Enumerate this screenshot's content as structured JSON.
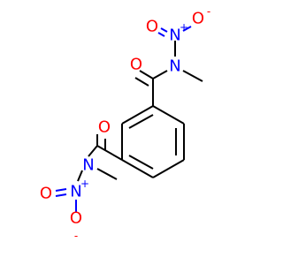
{
  "molecule": {
    "colors": {
      "bond": "#000000",
      "oxygen": "#ff0000",
      "nitrogen": "#0000ff",
      "background": "#ffffff"
    },
    "labels": {
      "carbonyl_o_top": "O",
      "amide_n_top": "N",
      "nitro_n_top": "N",
      "nitro_n_top_charge": "+",
      "nitro_o_top_left": "O",
      "nitro_o_top_right": "O",
      "nitro_o_top_right_charge": "-",
      "carbonyl_o_bottom": "O",
      "amide_n_bottom": "N",
      "nitro_n_bottom": "N",
      "nitro_n_bottom_charge": "+",
      "nitro_o_bottom_left": "O",
      "nitro_o_bottom_down": "O",
      "nitro_o_bottom_down_charge": "-"
    }
  }
}
